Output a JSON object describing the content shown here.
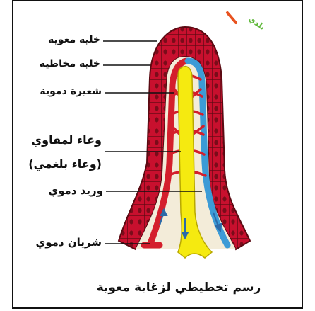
{
  "labels": {
    "enterocyte": "خلية معوية",
    "goblet_cell": "خلية مخاطية",
    "capillary": "شعيرة دموية",
    "lymph_vessel_line1": "وعاء لمفاوي",
    "lymph_vessel_line2": "(وعاء بلغمي)",
    "vein": "وريد دموي",
    "artery": "شريان دموي"
  },
  "caption": "رسم تخطيطي لزغابة معوية",
  "logo_text": "بلدي",
  "colors": {
    "epithelium": "#c8102e",
    "epithelium_dark": "#6e0a14",
    "lumen": "#f3ecd9",
    "lymph_vessel": "#f5ea10",
    "vein": "#3c9bd6",
    "artery": "#d41f2c",
    "arrow": "#2b6aa8"
  }
}
